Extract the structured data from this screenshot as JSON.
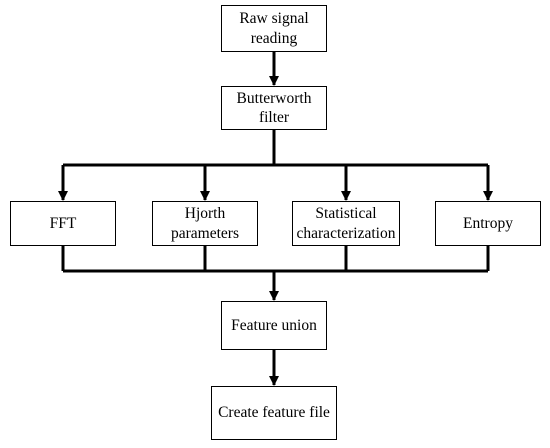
{
  "diagram": {
    "nodes": {
      "raw_signal": {
        "line1": "Raw signal",
        "line2": "reading"
      },
      "butterworth": {
        "line1": "Butterworth",
        "line2": "filter"
      },
      "fft": {
        "label": "FFT"
      },
      "hjorth": {
        "line1": "Hjorth",
        "line2": "parameters"
      },
      "statistical": {
        "line1": "Statistical",
        "line2": "characterization"
      },
      "entropy": {
        "label": "Entropy"
      },
      "feature_union": {
        "label": "Feature union"
      },
      "feature_file": {
        "label": "Create feature file"
      }
    },
    "colors": {
      "stroke": "#000000",
      "fill": "#ffffff"
    }
  }
}
